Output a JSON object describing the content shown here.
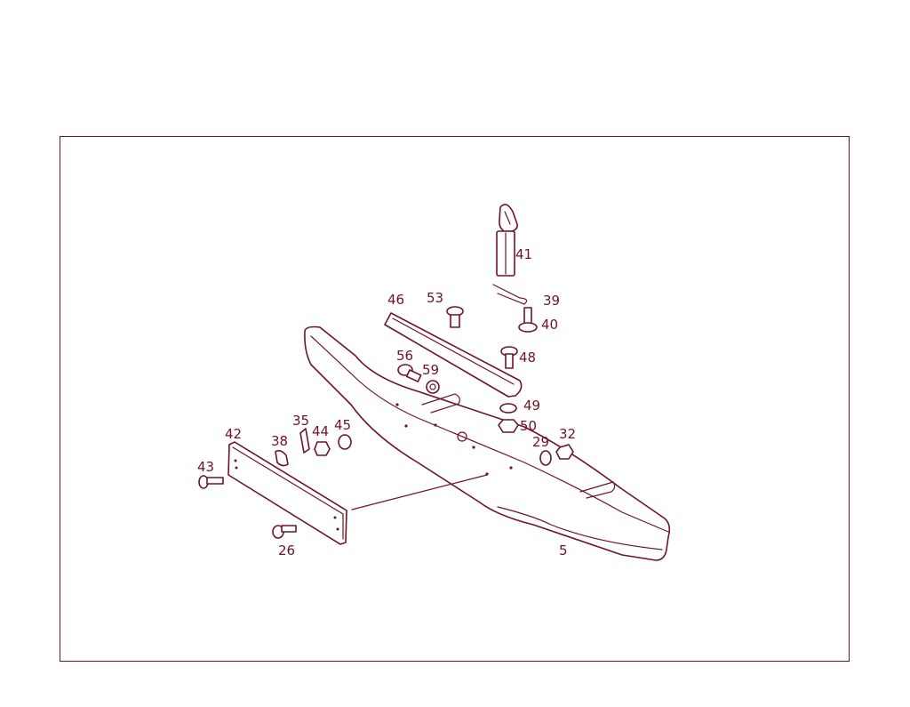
{
  "diagram": {
    "line_color": "#6e1423",
    "callouts": [
      {
        "id": "part-41",
        "text": "41"
      },
      {
        "id": "part-39",
        "text": "39"
      },
      {
        "id": "part-40",
        "text": "40"
      },
      {
        "id": "part-46",
        "text": "46"
      },
      {
        "id": "part-53",
        "text": "53"
      },
      {
        "id": "part-48",
        "text": "48"
      },
      {
        "id": "part-56",
        "text": "56"
      },
      {
        "id": "part-59",
        "text": "59"
      },
      {
        "id": "part-49",
        "text": "49"
      },
      {
        "id": "part-50",
        "text": "50"
      },
      {
        "id": "part-29",
        "text": "29"
      },
      {
        "id": "part-32",
        "text": "32"
      },
      {
        "id": "part-35",
        "text": "35"
      },
      {
        "id": "part-44",
        "text": "44"
      },
      {
        "id": "part-45",
        "text": "45"
      },
      {
        "id": "part-38",
        "text": "38"
      },
      {
        "id": "part-42",
        "text": "42"
      },
      {
        "id": "part-43",
        "text": "43"
      },
      {
        "id": "part-26",
        "text": "26"
      },
      {
        "id": "part-5",
        "text": "5"
      }
    ]
  }
}
